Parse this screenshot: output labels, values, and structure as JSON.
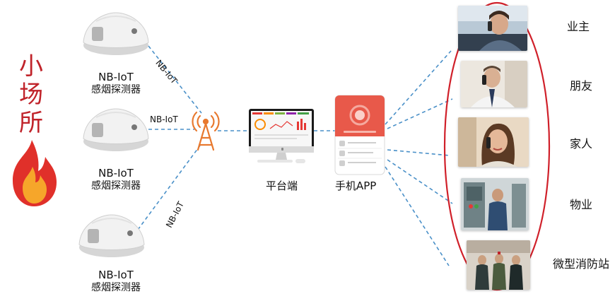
{
  "venue": {
    "title": "小场所"
  },
  "detectors": [
    {
      "line1": "NB-IoT",
      "line2": "感烟探测器"
    },
    {
      "line1": "NB-IoT",
      "line2": "感烟探测器"
    },
    {
      "line1": "NB-IoT",
      "line2": "感烟探测器"
    }
  ],
  "links": {
    "nb_label": "NB-IoT"
  },
  "platform": {
    "label": "平台端"
  },
  "app": {
    "label": "手机APP"
  },
  "recipients": [
    {
      "label": "业主",
      "photo": "man-on-phone"
    },
    {
      "label": "朋友",
      "photo": "man-on-phone-office"
    },
    {
      "label": "家人",
      "photo": "woman-on-phone"
    },
    {
      "label": "物业",
      "photo": "control-room-worker"
    },
    {
      "label": "微型消防站",
      "photo": "fire-station-team"
    }
  ],
  "colors": {
    "title_red": "#c0232a",
    "dash_blue": "#4a90c8",
    "ellipse_red": "#d0202a",
    "tower_orange": "#e8792f",
    "app_red": "#e8594a"
  }
}
